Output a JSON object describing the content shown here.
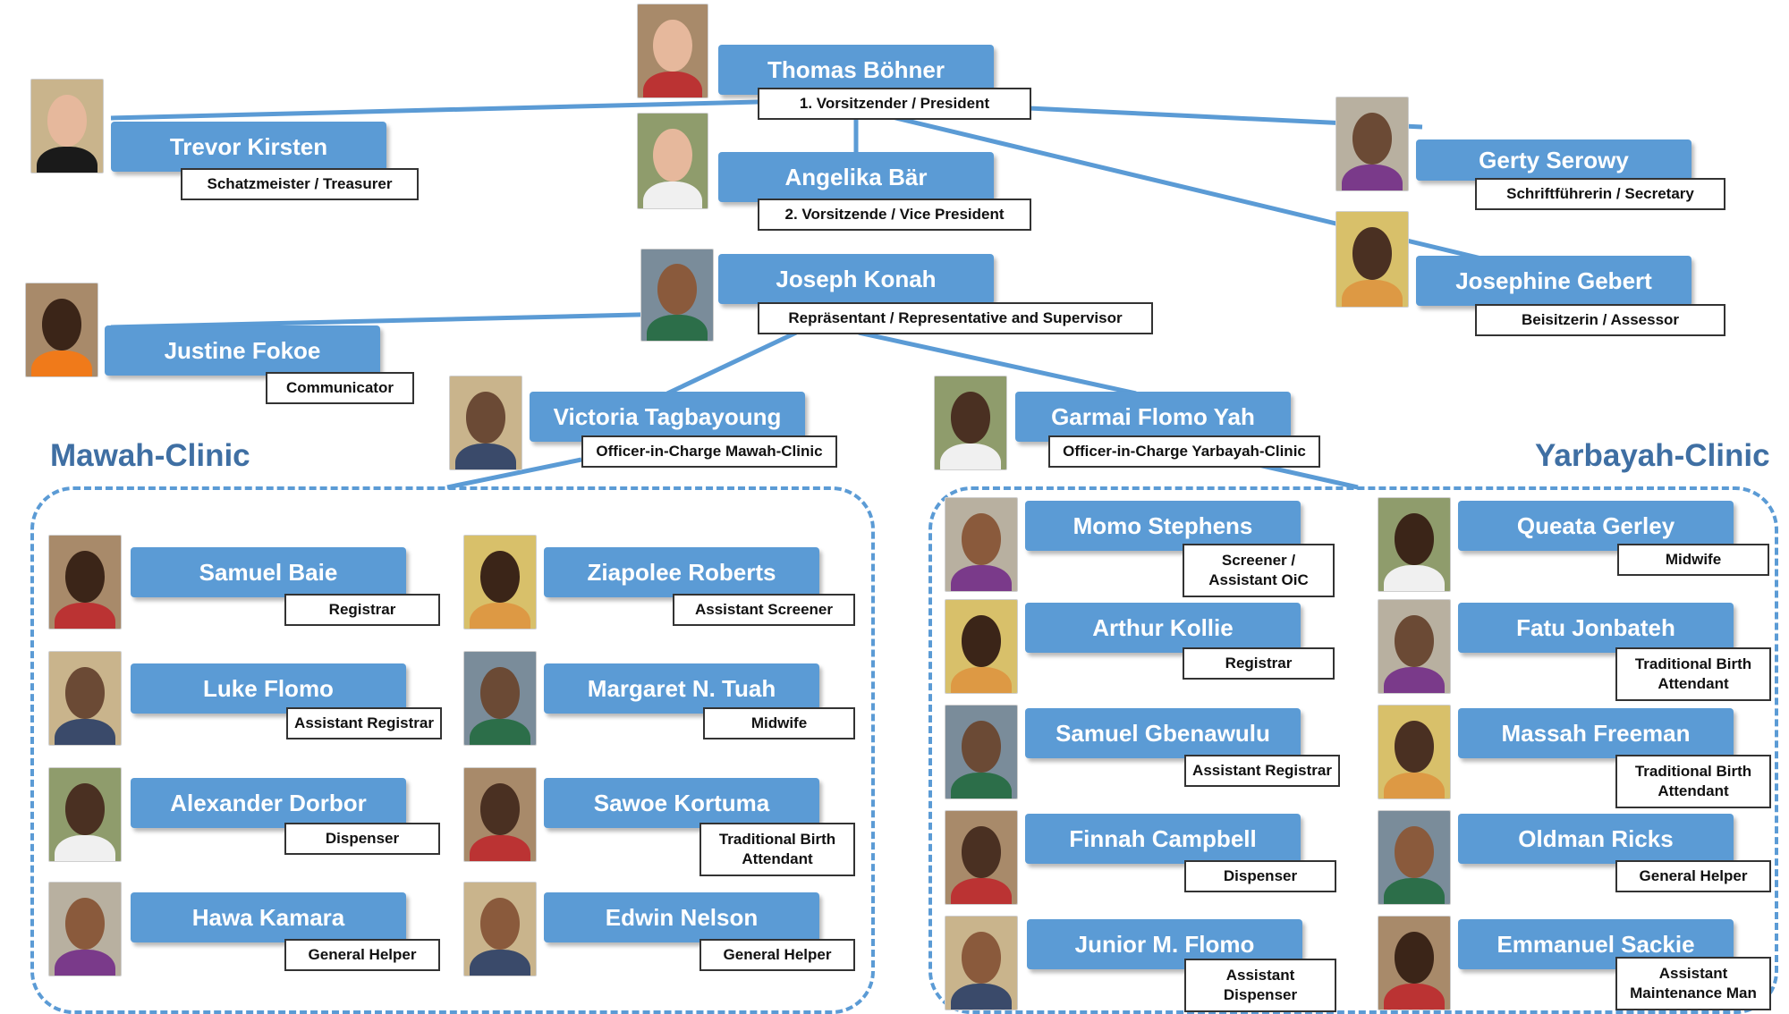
{
  "colors": {
    "box": "#5b9bd5",
    "line": "#5b9bd5",
    "heading": "#3f6fa3"
  },
  "board": [
    {
      "name": "Thomas Böhner",
      "role": [
        "1. Vorsitzender / President"
      ],
      "photo": "man-glasses-photo"
    },
    {
      "name": "Trevor Kirsten",
      "role": [
        "Schatzmeister / Treasurer"
      ],
      "photo": "man-suit-photo"
    },
    {
      "name": "Angelika Bär",
      "role": [
        "2. Vorsitzende / Vice President"
      ],
      "photo": "woman-glasses-photo"
    },
    {
      "name": "Gerty Serowy",
      "role": [
        "Schriftführerin / Secretary"
      ],
      "photo": "woman-photo"
    },
    {
      "name": "Josephine Gebert",
      "role": [
        "Beisitzerin / Assessor"
      ],
      "photo": "woman-photo"
    },
    {
      "name": "Joseph Konah",
      "role": [
        "Repräsentant / Representative and Supervisor"
      ],
      "photo": "man-photo"
    },
    {
      "name": "Justine Fokoe",
      "role": [
        "Communicator"
      ],
      "photo": "man-orange-shirt-photo"
    },
    {
      "name": "Victoria Tagbayoung",
      "role": [
        "Officer-in-Charge Mawah-Clinic"
      ],
      "photo": "woman-photo"
    },
    {
      "name": "Garmai Flomo Yah",
      "role": [
        "Officer-in-Charge Yarbayah-Clinic"
      ],
      "photo": "woman-photo"
    }
  ],
  "mawah": {
    "title": "Mawah-Clinic",
    "staff": [
      {
        "name": "Samuel Baie",
        "role": [
          "Registrar"
        ],
        "photo": "man-photo"
      },
      {
        "name": "Luke Flomo",
        "role": [
          "Assistant Registrar"
        ],
        "photo": "man-red-cap-photo"
      },
      {
        "name": "Alexander Dorbor",
        "role": [
          "Dispenser"
        ],
        "photo": "man-photo"
      },
      {
        "name": "Hawa Kamara",
        "role": [
          "General Helper"
        ],
        "photo": "woman-cap-photo"
      },
      {
        "name": "Ziapolee Roberts",
        "role": [
          "Assistant Screener"
        ],
        "photo": "man-cap-photo"
      },
      {
        "name": "Margaret N. Tuah",
        "role": [
          "Midwife"
        ],
        "photo": "woman-braids-photo"
      },
      {
        "name": "Sawoe Kortuma",
        "role": [
          "Traditional Birth",
          "Attendant"
        ],
        "photo": "woman-headscarf-photo"
      },
      {
        "name": "Edwin Nelson",
        "role": [
          "General Helper"
        ],
        "photo": "man-photo"
      }
    ]
  },
  "yarbayah": {
    "title": "Yarbayah-Clinic",
    "staff": [
      {
        "name": "Momo Stephens",
        "role": [
          "Screener /",
          "Assistant OiC"
        ],
        "photo": "man-photo"
      },
      {
        "name": "Arthur Kollie",
        "role": [
          "Registrar"
        ],
        "photo": "man-photo"
      },
      {
        "name": "Samuel Gbenawulu",
        "role": [
          "Assistant Registrar"
        ],
        "photo": "man-photo"
      },
      {
        "name": "Finnah Campbell",
        "role": [
          "Dispenser"
        ],
        "photo": "man-photo"
      },
      {
        "name": "Junior M. Flomo",
        "role": [
          "Assistant",
          "Dispenser"
        ],
        "photo": "man-photo"
      },
      {
        "name": "Queata Gerley",
        "role": [
          "Midwife"
        ],
        "photo": "woman-photo"
      },
      {
        "name": "Fatu Jonbateh",
        "role": [
          "Traditional Birth",
          "Attendant"
        ],
        "photo": "woman-photo"
      },
      {
        "name": "Massah Freeman",
        "role": [
          "Traditional Birth",
          "Attendant"
        ],
        "photo": "woman-photo"
      },
      {
        "name": "Oldman Ricks",
        "role": [
          "General Helper"
        ],
        "photo": "man-photo"
      },
      {
        "name": "Emmanuel Sackie",
        "role": [
          "Assistant",
          "Maintenance Man"
        ],
        "photo": "man-photo"
      }
    ]
  }
}
